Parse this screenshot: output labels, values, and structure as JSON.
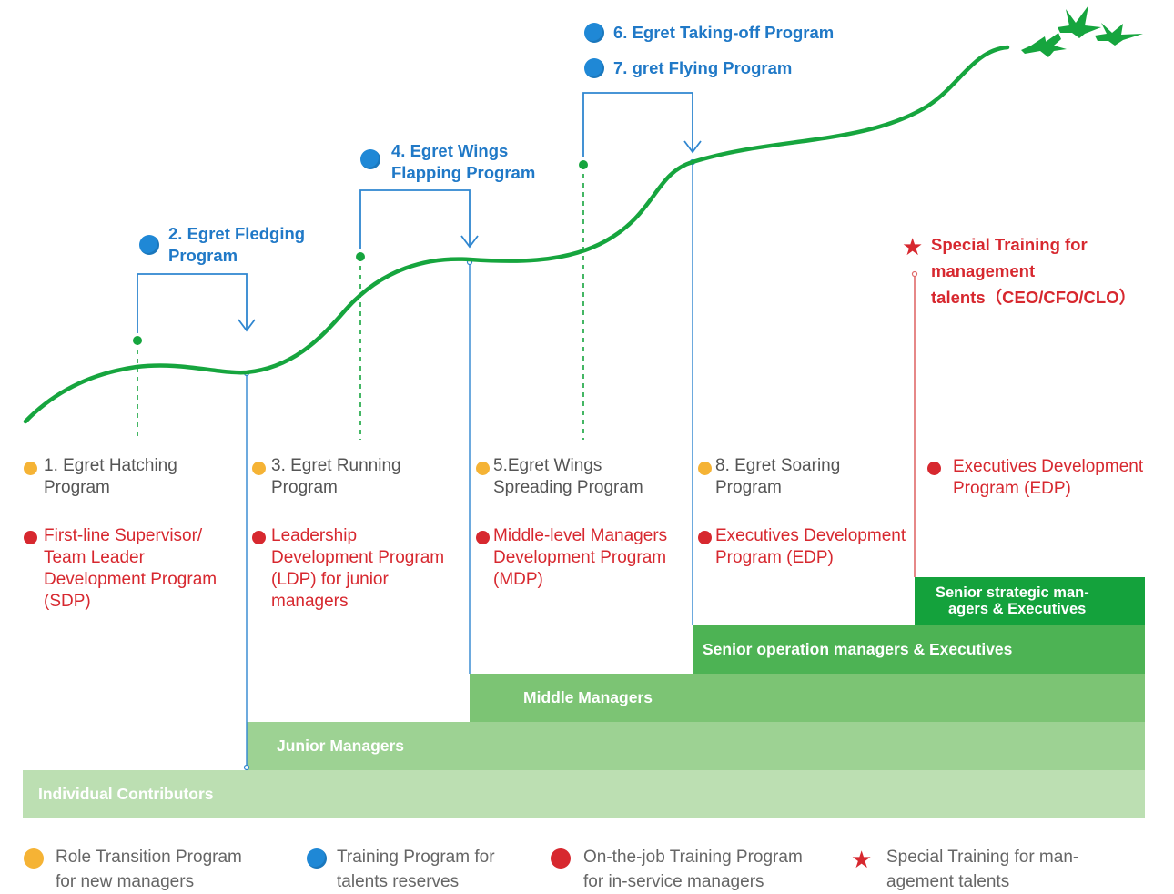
{
  "blue_programs": {
    "p2": {
      "line1": "2. Egret Fledging",
      "line2": "Program"
    },
    "p4": {
      "line1": "4. Egret Wings",
      "line2": "Flapping Program"
    },
    "p6": "6. Egret Taking-off Program",
    "p7": "7. gret Flying Program"
  },
  "columns": [
    {
      "role_line1": "1. Egret Hatching",
      "role_line2": "Program",
      "job": [
        "First-line Supervisor/",
        "Team Leader",
        "Development Program",
        "(SDP)"
      ]
    },
    {
      "role_line1": "3. Egret Running",
      "role_line2": "Program",
      "job": [
        "Leadership",
        "Development Program",
        "(LDP) for junior",
        "managers"
      ]
    },
    {
      "role_line1": "5.Egret Wings",
      "role_line2": "Spreading Program",
      "job": [
        "Middle-level Managers",
        "Development Program",
        "(MDP)"
      ]
    },
    {
      "role_line1": "8. Egret Soaring",
      "role_line2": "Program",
      "job": [
        "Executives Development",
        "Program (EDP)"
      ]
    },
    {
      "job": [
        "Executives Development",
        "Program (EDP)"
      ]
    }
  ],
  "special": {
    "line1": "Special Training for",
    "line2": "management",
    "line3": "talents（CEO/CFO/CLO）"
  },
  "tiers": {
    "t1": "Individual Contributors",
    "t2": "Junior Managers",
    "t3": "Middle Managers",
    "t4": "Senior operation managers & Executives",
    "t5_line1": "Senior strategic man-",
    "t5_line2": "agers & Executives"
  },
  "legend": [
    {
      "icon": "yellow-dot",
      "line1": "Role Transition Program",
      "line2": "for new managers"
    },
    {
      "icon": "blue-dot",
      "line1": "Training Program for",
      "line2": "talents reserves"
    },
    {
      "icon": "red-dot",
      "line1": "On-the-job Training Program",
      "line2": "for in-service managers"
    },
    {
      "icon": "red-star",
      "line1": "Special Training for man-",
      "line2": "agement talents"
    }
  ],
  "colors": {
    "curve": "#16A53E",
    "blue": "#2079C7",
    "red": "#D7282F",
    "yellow": "#F5B335",
    "tier1": "#BCDFB2",
    "tier2": "#9DD293",
    "tier3": "#7CC474",
    "tier4": "#4DB354",
    "tier5": "#14A23C"
  }
}
